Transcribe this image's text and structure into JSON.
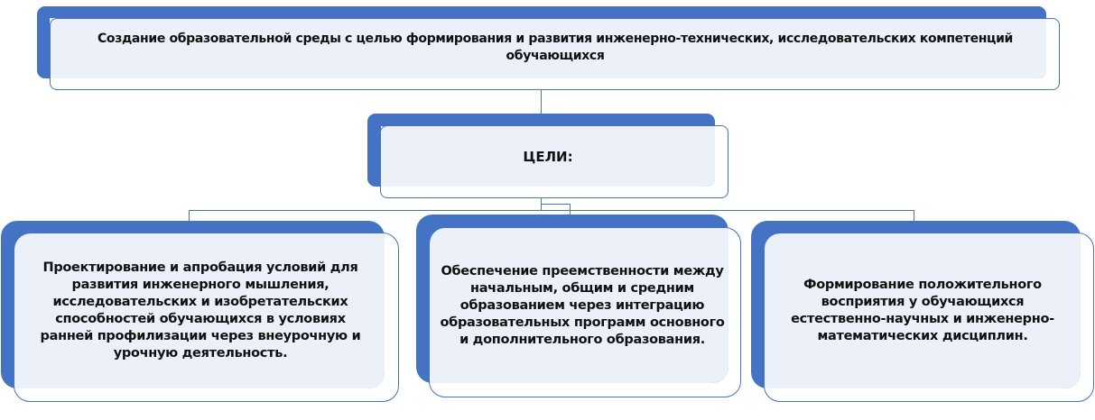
{
  "diagram": {
    "root": {
      "text": "Создание образовательной среды с целью формирования и развития инженерно-технических, исследовательских компетенций обучающихся"
    },
    "goals_header": {
      "text": "ЦЕЛИ:"
    },
    "goals": [
      {
        "text": "Проектирование и апробация условий для развития инженерного мышления, исследовательских и изобретательских способностей обучающихся в условиях ранней профилизации через внеурочную и урочную деятельность."
      },
      {
        "text": "Обеспечение преемственности между начальным, общим и средним образованием через интеграцию образовательных программ основного и дополнительного образования."
      },
      {
        "text": "Формирование положительного восприятия у обучающихся естественно-научных и инженерно-математических дисциплин."
      }
    ],
    "colors": {
      "accent": "#4472c4",
      "panel": "#ecf0f9",
      "text": "#111111",
      "background": "#ffffff"
    }
  }
}
